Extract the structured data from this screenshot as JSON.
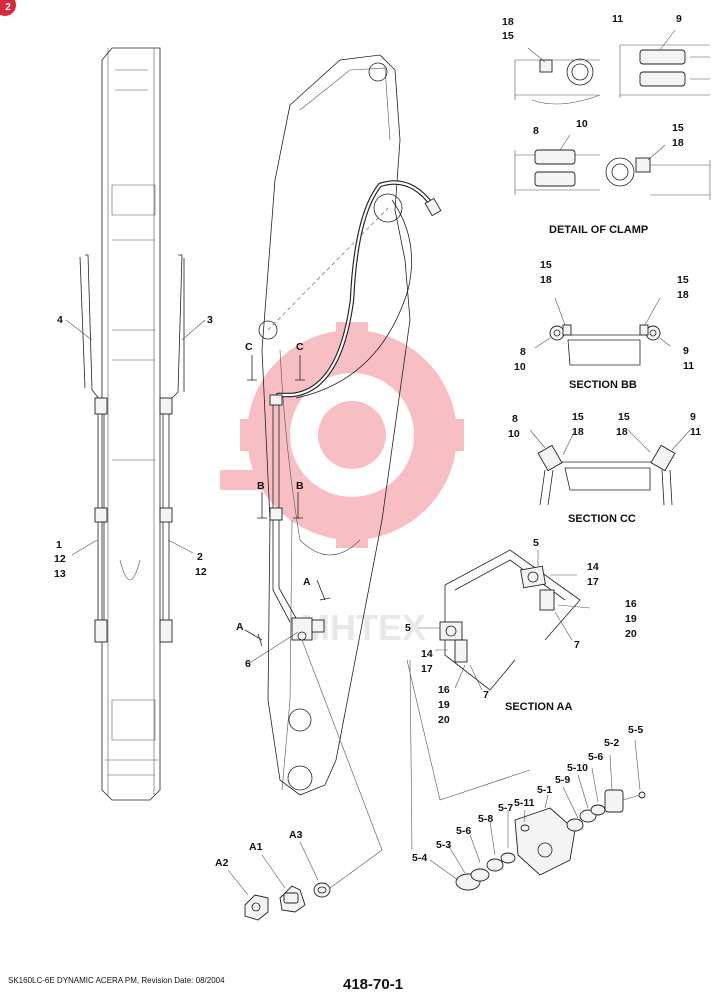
{
  "badge": "2",
  "footer": {
    "note": "SK160LC-6E DYNAMIC ACERA PM, Revision Date: 08/2004",
    "page": "418-70-1"
  },
  "watermark": {
    "text": "MHTEX",
    "color": "#e8394a"
  },
  "captions": {
    "detail_clamp": "DETAIL OF CLAMP",
    "section_bb": "SECTION BB",
    "section_cc": "SECTION CC",
    "section_aa": "SECTION AA"
  },
  "labels": {
    "clamp_tl_a": "18",
    "clamp_tl_b": "15",
    "clamp_tr_a": "11",
    "clamp_tr_b": "9",
    "clamp_bl_a": "8",
    "clamp_bl_b": "10",
    "clamp_br_a": "15",
    "clamp_br_b": "18",
    "bb_l_a": "15",
    "bb_l_b": "18",
    "bb_l_c": "8",
    "bb_l_d": "10",
    "bb_r_a": "15",
    "bb_r_b": "18",
    "bb_r_c": "9",
    "bb_r_d": "11",
    "cc_l_a": "8",
    "cc_l_b": "10",
    "cc_l_c": "15",
    "cc_l_d": "18",
    "cc_r_a": "15",
    "cc_r_b": "18",
    "cc_r_c": "9",
    "cc_r_d": "11",
    "boom_4": "4",
    "boom_3": "3",
    "boom_1": "1",
    "boom_12a": "12",
    "boom_13": "13",
    "boom_2": "2",
    "boom_12b": "12",
    "sec_c_l": "C",
    "sec_c_r": "C",
    "sec_b_l": "B",
    "sec_b_r": "B",
    "sec_a_l": "A",
    "sec_a_r": "A",
    "arm_6": "6",
    "aa_5a": "5",
    "aa_14a": "14",
    "aa_17a": "17",
    "aa_16a": "16",
    "aa_19a": "19",
    "aa_20a": "20",
    "aa_7a": "7",
    "aa_5b": "5",
    "aa_14b": "14",
    "aa_17b": "17",
    "aa_16b": "16",
    "aa_19b": "19",
    "aa_20b": "20",
    "aa_7b": "7",
    "p5_5": "5-5",
    "p5_2": "5-2",
    "p5_6a": "5-6",
    "p5_10": "5-10",
    "p5_9": "5-9",
    "p5_1": "5-1",
    "p5_7": "5-7",
    "p5_11": "5-11",
    "p5_8": "5-8",
    "p5_6b": "5-6",
    "p5_3": "5-3",
    "p5_4": "5-4",
    "a1": "A1",
    "a2": "A2",
    "a3": "A3"
  }
}
